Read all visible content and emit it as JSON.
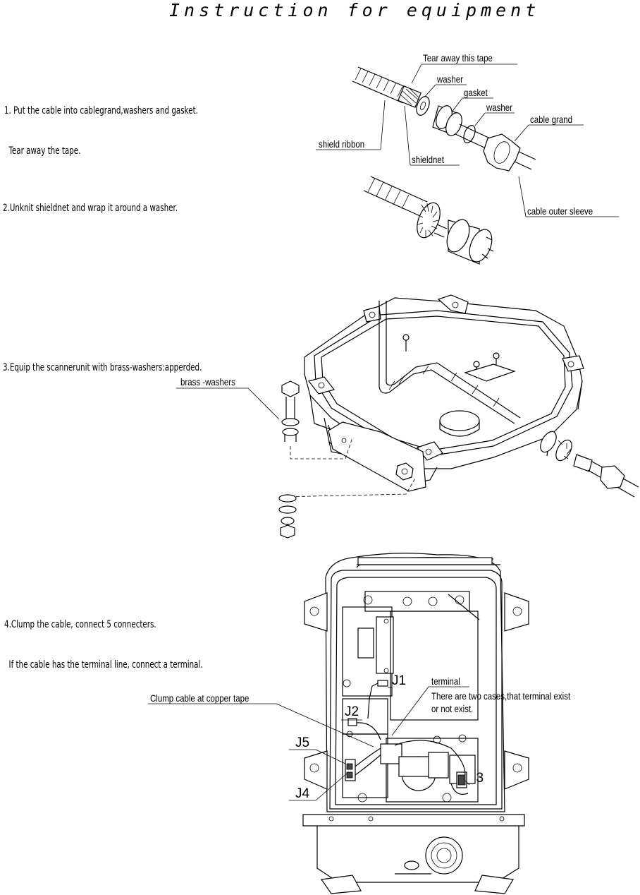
{
  "title": "Instruction for equipment",
  "steps": [
    {
      "line1": "1. Put the cable into cablegrand,washers and gasket.",
      "line2": "  Tear away the tape."
    },
    {
      "line1": "2.Unknit shieldnet and wrap it around a washer."
    },
    {
      "line1": "3.Equip the scannerunit with brass-washers:apperded."
    },
    {
      "line1": "4.Clump the cable, connect 5 connecters.",
      "line2": "  If the cable has the terminal line, connect a terminal."
    }
  ],
  "labels": {
    "tear_tape": "Tear away this tape",
    "washer1": "washer",
    "gasket": "gasket",
    "washer2": "washer",
    "cable_grand": "cable grand",
    "shield_ribbon": "shield ribbon",
    "shieldnet": "shieldnet",
    "cable_outer_sleeve": "cable outer sleeve",
    "brass_washers": "brass -washers",
    "clump_cable": "Clump cable at copper tape",
    "terminal": "terminal",
    "terminal_note1": "There are two cases,that terminal exist",
    "terminal_note2": "or not exist.",
    "j1": "J1",
    "j2": "J2",
    "j3": "J3",
    "j4": "J4",
    "j5": "J5"
  }
}
